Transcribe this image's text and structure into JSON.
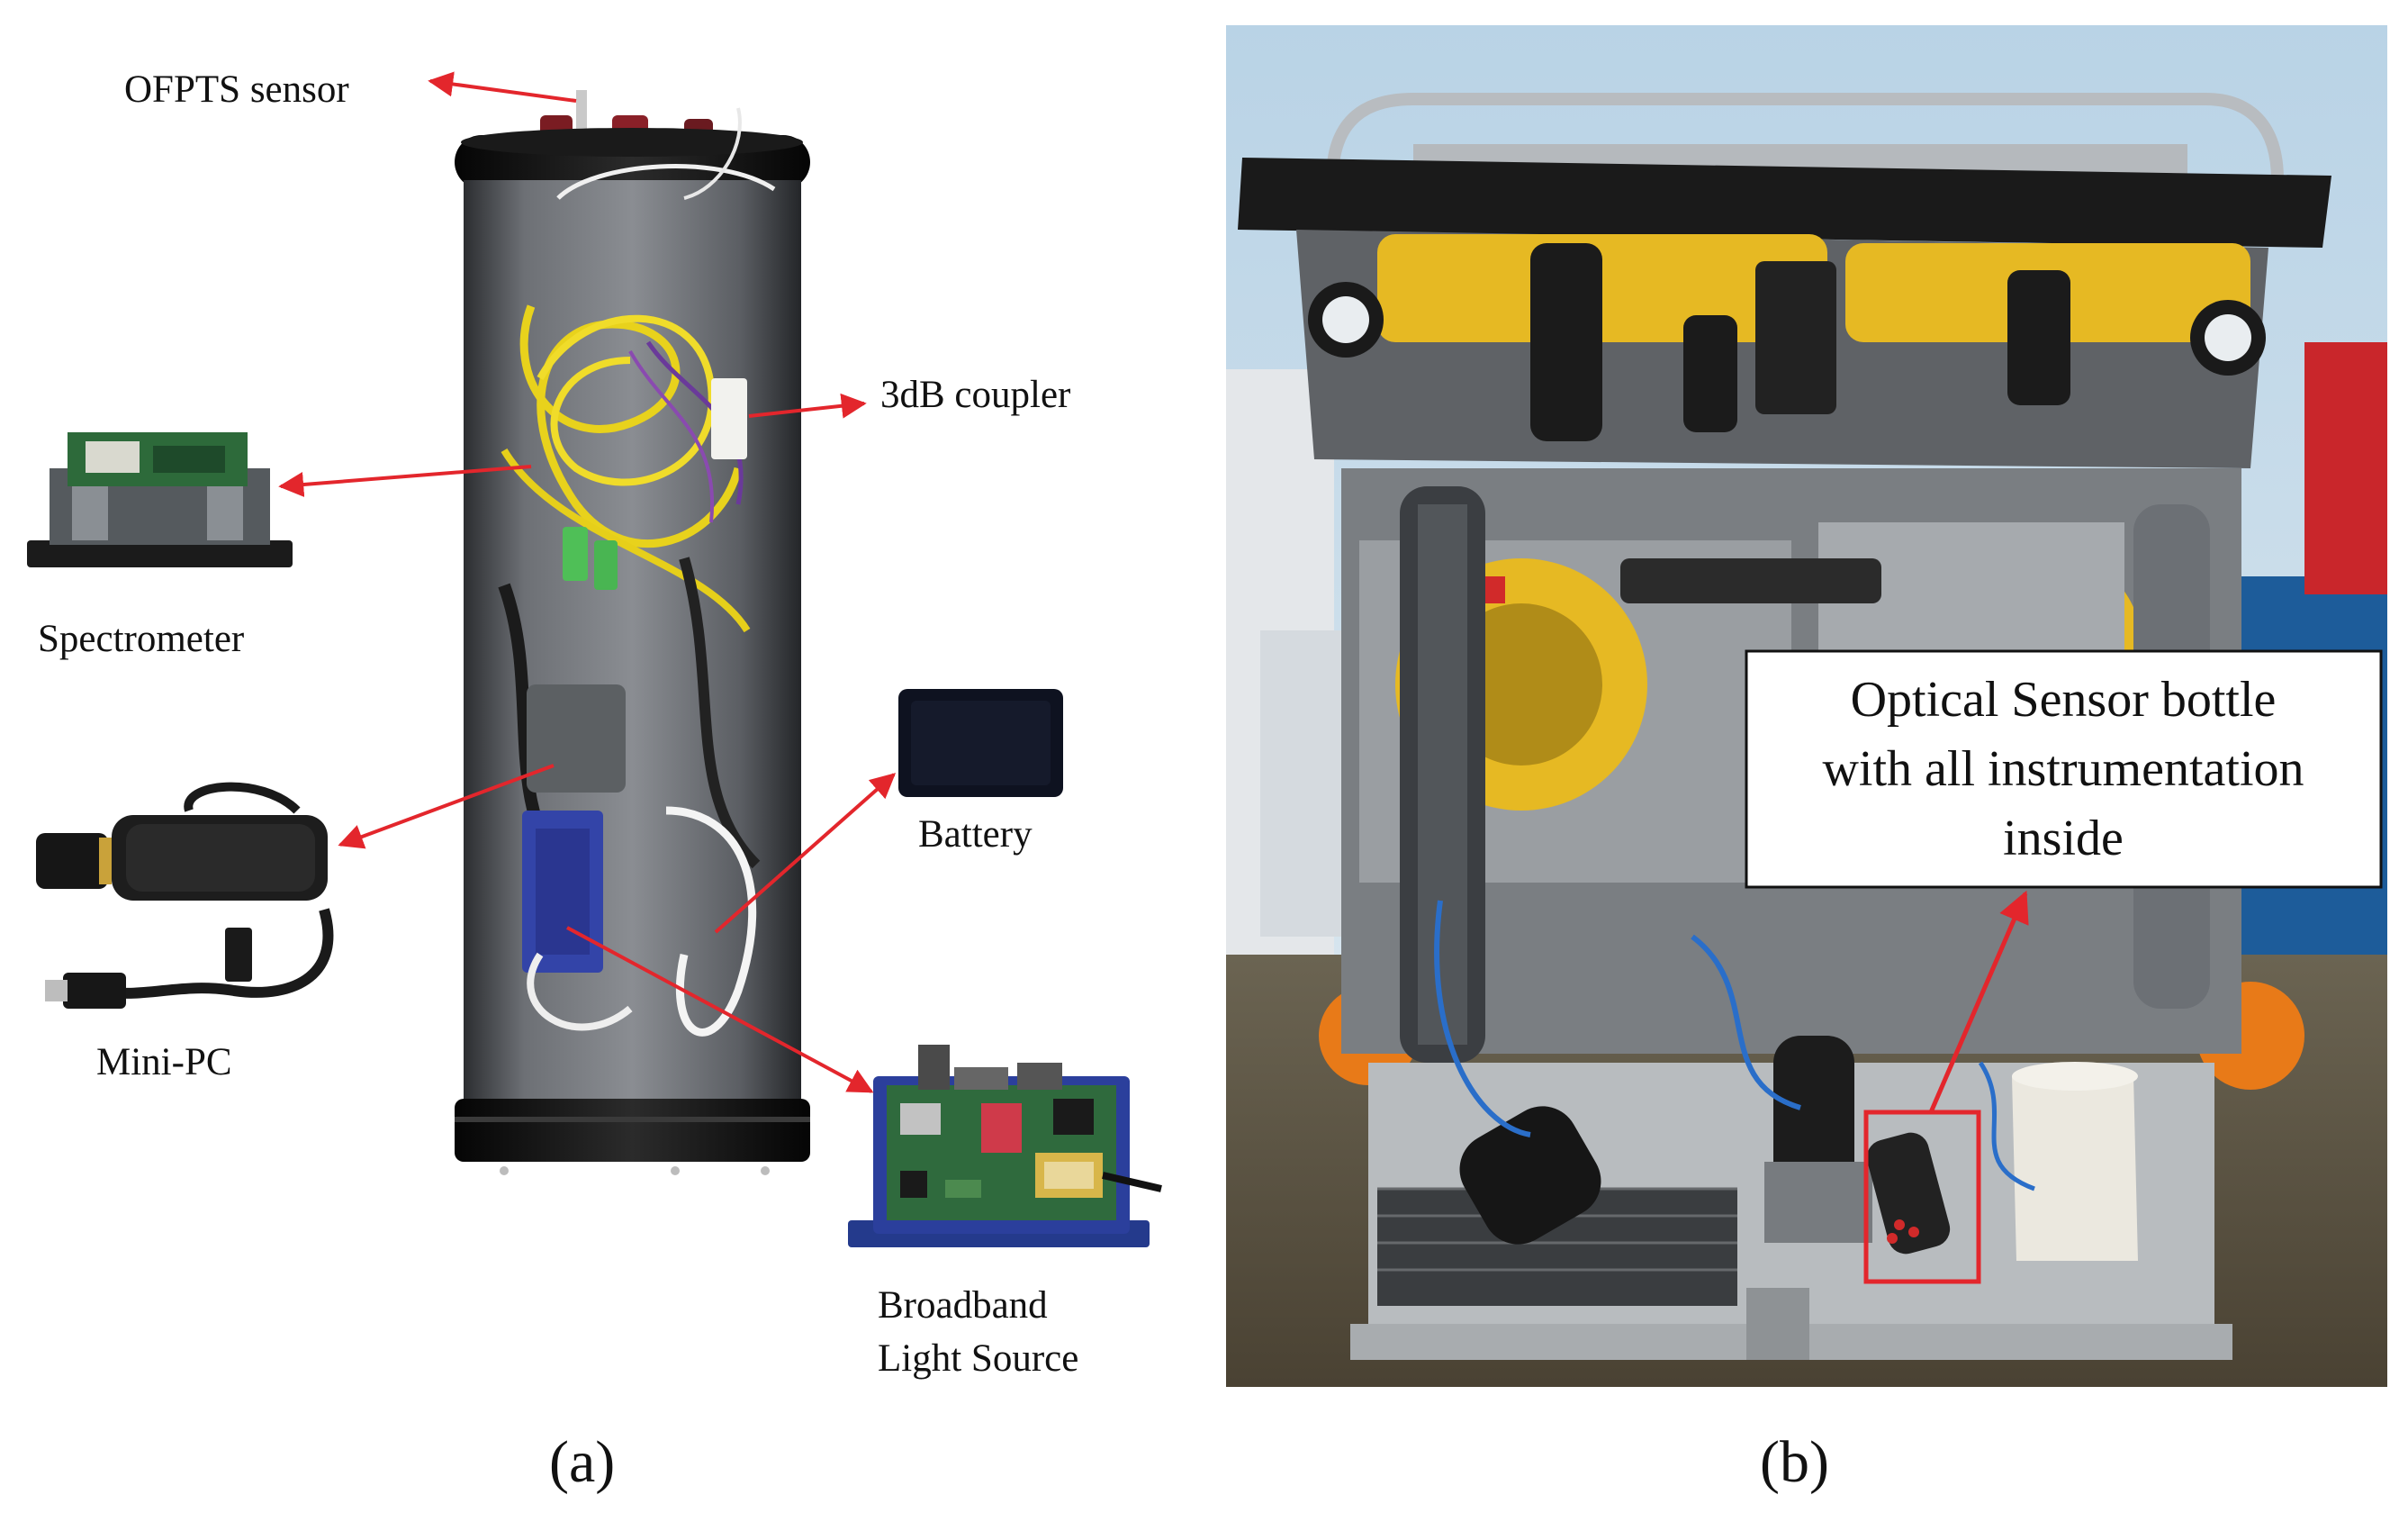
{
  "panel_a": {
    "caption": "(a)",
    "labels": {
      "ofpts_sensor": "OFPTS sensor",
      "coupler": "3dB coupler",
      "spectrometer": "Spectrometer",
      "battery": "Battery",
      "mini_pc": "Mini-PC",
      "light_source_line1": "Broadband",
      "light_source_line2": "Light Source"
    }
  },
  "panel_b": {
    "caption": "(b)",
    "callout_line1": "Optical Sensor bottle",
    "callout_line2": "with all instrumentation",
    "callout_line3": "inside"
  },
  "colors": {
    "arrow": "#e3262c",
    "cylinder_body": "#54575c",
    "cylinder_cap": "#111111",
    "yellow_fiber": "#e8d21c",
    "pcb_green": "#2d6a3a",
    "pcb_blue": "#2b3f9c",
    "rov_yellow": "#e6b923",
    "ground": "#5a5140",
    "sky": "#cfe0ec",
    "tarp_blue": "#1d5c9a"
  },
  "icons": {
    "spectrometer": "spectrometer-icon",
    "mini_pc": "mini-pc-icon",
    "battery": "battery-icon",
    "light_source": "light-source-board-icon",
    "bottle": "sensor-bottle-icon",
    "rov": "rov-frame-icon"
  }
}
